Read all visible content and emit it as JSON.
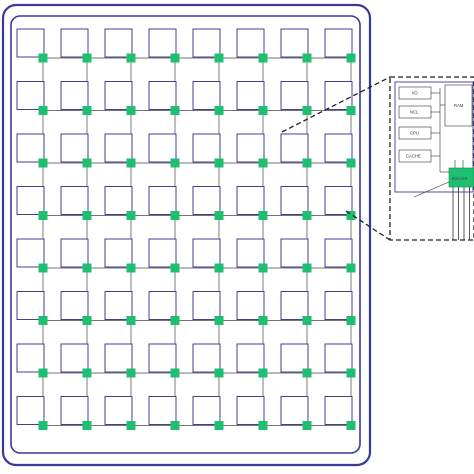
{
  "diagram": {
    "grid_rows": 8,
    "grid_cols": 8,
    "colors": {
      "border": "#3a3a9c",
      "tile": "#2e2e8a",
      "router": "#1fbf72",
      "link": "#444444",
      "zoom_line": "#222222"
    }
  },
  "zoom_tile": {
    "blocks": [
      {
        "name": "io-block",
        "label": "I/O"
      },
      {
        "name": "ncl-block",
        "label": "NCL"
      },
      {
        "name": "cpu-block",
        "label": "CPU"
      },
      {
        "name": "cache-block",
        "label": "CACHE"
      }
    ],
    "ram_label": "RAM",
    "router_label": "ROUTER",
    "router_ports": 4
  }
}
